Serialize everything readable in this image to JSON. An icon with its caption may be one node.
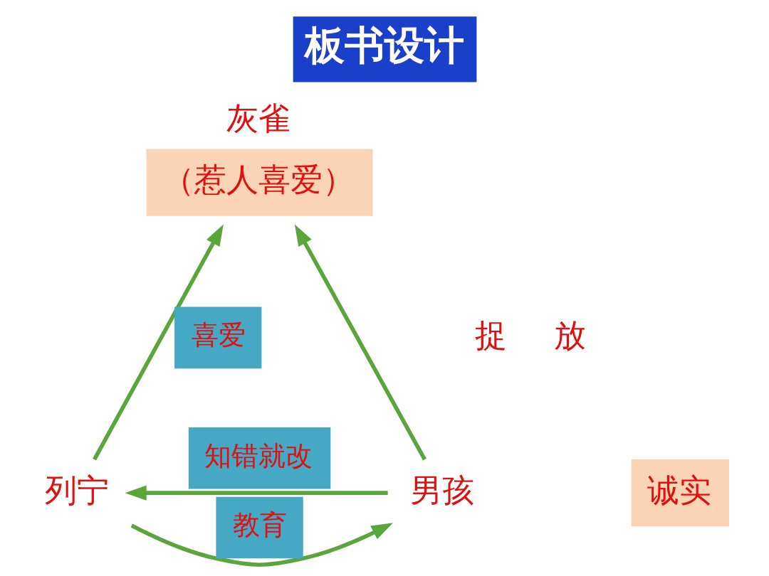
{
  "diagram": {
    "title": "板书设计",
    "nodes": [
      {
        "text": [
          "灰雀",
          "（惹人喜爱）"
        ]
      },
      {
        "text": [
          "列宁"
        ]
      },
      {
        "text": [
          "男孩"
        ]
      },
      {
        "text": [
          "诚实"
        ]
      }
    ],
    "edges": [
      {
        "from": 1,
        "to": 0,
        "arrow": "to",
        "label": "喜爱"
      },
      {
        "from": 2,
        "to": 0,
        "arrow": "to"
      },
      {
        "from": 1,
        "to": 2,
        "arrow": "to",
        "label": "教育"
      },
      {
        "from": 2,
        "to": 1,
        "arrow": "to",
        "label": "知错就改"
      }
    ],
    "labels": [
      "捉",
      "放"
    ]
  }
}
